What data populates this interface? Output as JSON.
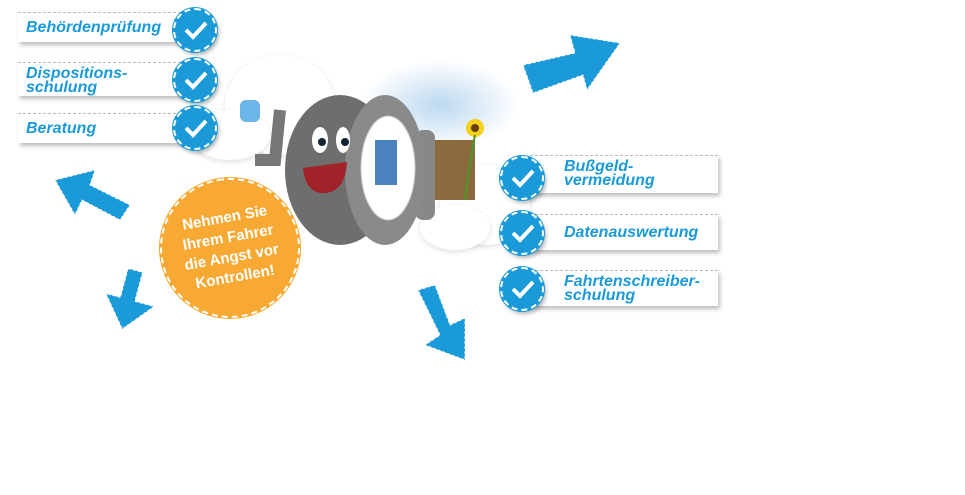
{
  "left_items": [
    {
      "label": "Behördenprüfung"
    },
    {
      "label": "Dispositions-",
      "label2": "schulung"
    },
    {
      "label": "Beratung"
    }
  ],
  "right_items": [
    {
      "label": "Bußgeld-",
      "label2": "vermeidung"
    },
    {
      "label": "Datenauswertung"
    },
    {
      "label": "Fahrtenschreiber-",
      "label2": "schulung"
    }
  ],
  "badge": {
    "lines": [
      "Nehmen Sie",
      "Ihrem Fahrer",
      "die Angst vor",
      "Kontrollen!"
    ]
  },
  "colors": {
    "accent": "#1a9ad8",
    "badge": "#f7a934"
  }
}
